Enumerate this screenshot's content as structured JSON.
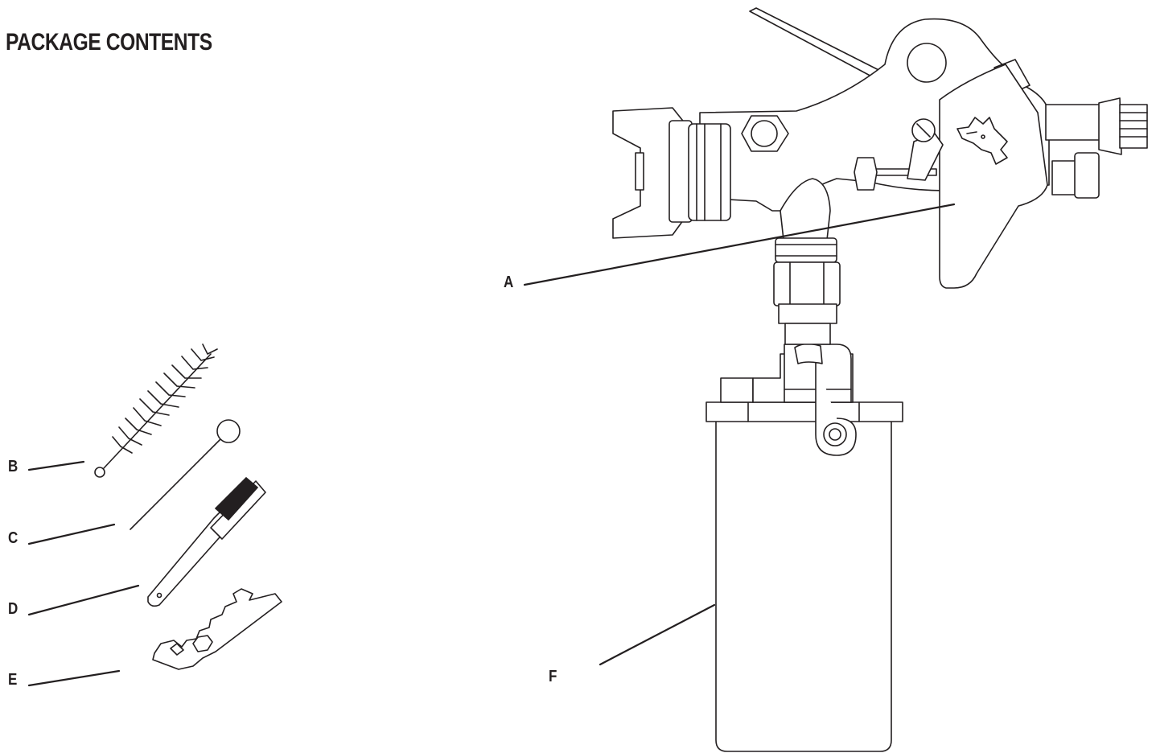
{
  "page": {
    "title": "PACKAGE CONTENTS"
  },
  "callouts": {
    "a": "A",
    "b": "B",
    "c": "C",
    "d": "D",
    "e": "E",
    "f": "F"
  },
  "colors": {
    "ink": "#231f20",
    "background": "#ffffff"
  }
}
